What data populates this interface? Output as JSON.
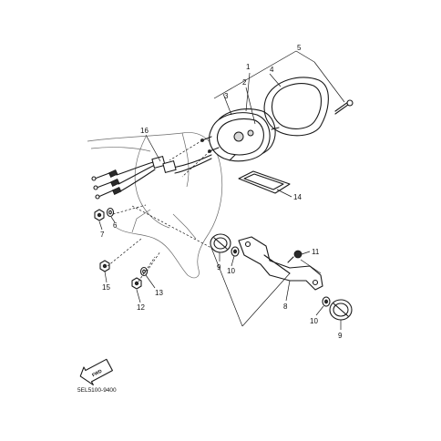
{
  "diagram_code": "5EL5100-9400",
  "fwd_label": "FWD",
  "callouts": {
    "c1": "1",
    "c2": "2",
    "c3": "3",
    "c4": "4",
    "c5": "5",
    "c6": "6",
    "c7": "7",
    "c8": "8",
    "c9a": "9",
    "c9b": "9",
    "c10a": "10",
    "c10b": "10",
    "c11": "11",
    "c12": "12",
    "c13": "13",
    "c14": "14",
    "c15": "15",
    "c16": "16"
  }
}
